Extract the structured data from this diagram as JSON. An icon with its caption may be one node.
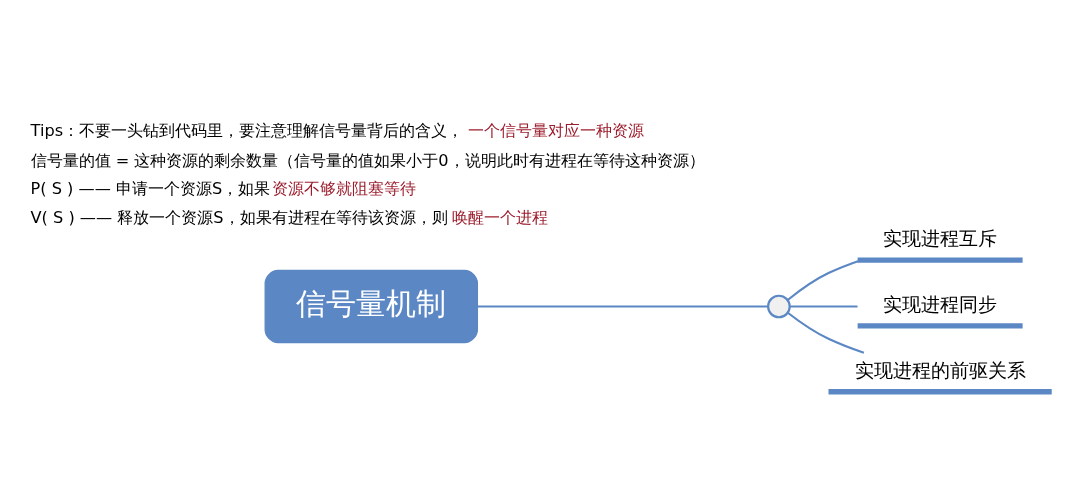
{
  "diagram": {
    "nodes": [
      {
        "text": [
          "信号量机制"
        ]
      },
      {
        "text": [],
        "shape": "circle"
      },
      {
        "text": [
          "实现进程互斥"
        ]
      },
      {
        "text": [
          "实现进程同步"
        ]
      },
      {
        "text": [
          "实现进程的前驱关系"
        ]
      }
    ],
    "edges": [
      {
        "from": 0,
        "to": 1,
        "arrow": "none"
      },
      {
        "from": 1,
        "to": 2,
        "arrow": "none"
      },
      {
        "from": 1,
        "to": 3,
        "arrow": "none"
      },
      {
        "from": 1,
        "to": 4,
        "arrow": "none"
      }
    ],
    "labels": [
      "Tips：不要一头钻到代码里，要注意理解信号量背后的含义，",
      "一个信号量对应一种资源",
      "信号量的值 = 这种资源的剩余数量（信号量的值如果小于0，说明此时有进程在等待这种资源）",
      "P( S ) —— 申请一个资源S，如果",
      "资源不够就阻塞等待",
      "V( S ) —— 释放一个资源S，如果有进程在等待该资源，则",
      "唤醒一个进程"
    ]
  }
}
